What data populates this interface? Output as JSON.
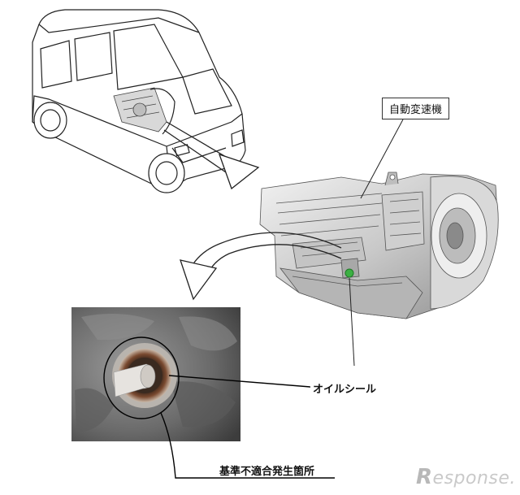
{
  "labels": {
    "transmission": "自動変速機",
    "oil_seal": "オイルシール",
    "defect_location": "基準不適合発生箇所"
  },
  "watermark": {
    "initial": "R",
    "rest": "esponse."
  },
  "icons": {
    "van": "van-outline-icon",
    "transmission": "transmission-render-icon",
    "photo": "oil-seal-photo-icon"
  },
  "colors": {
    "highlight_green": "#3cb043",
    "line": "#000000",
    "photo_bg": "#6e6e6e"
  }
}
